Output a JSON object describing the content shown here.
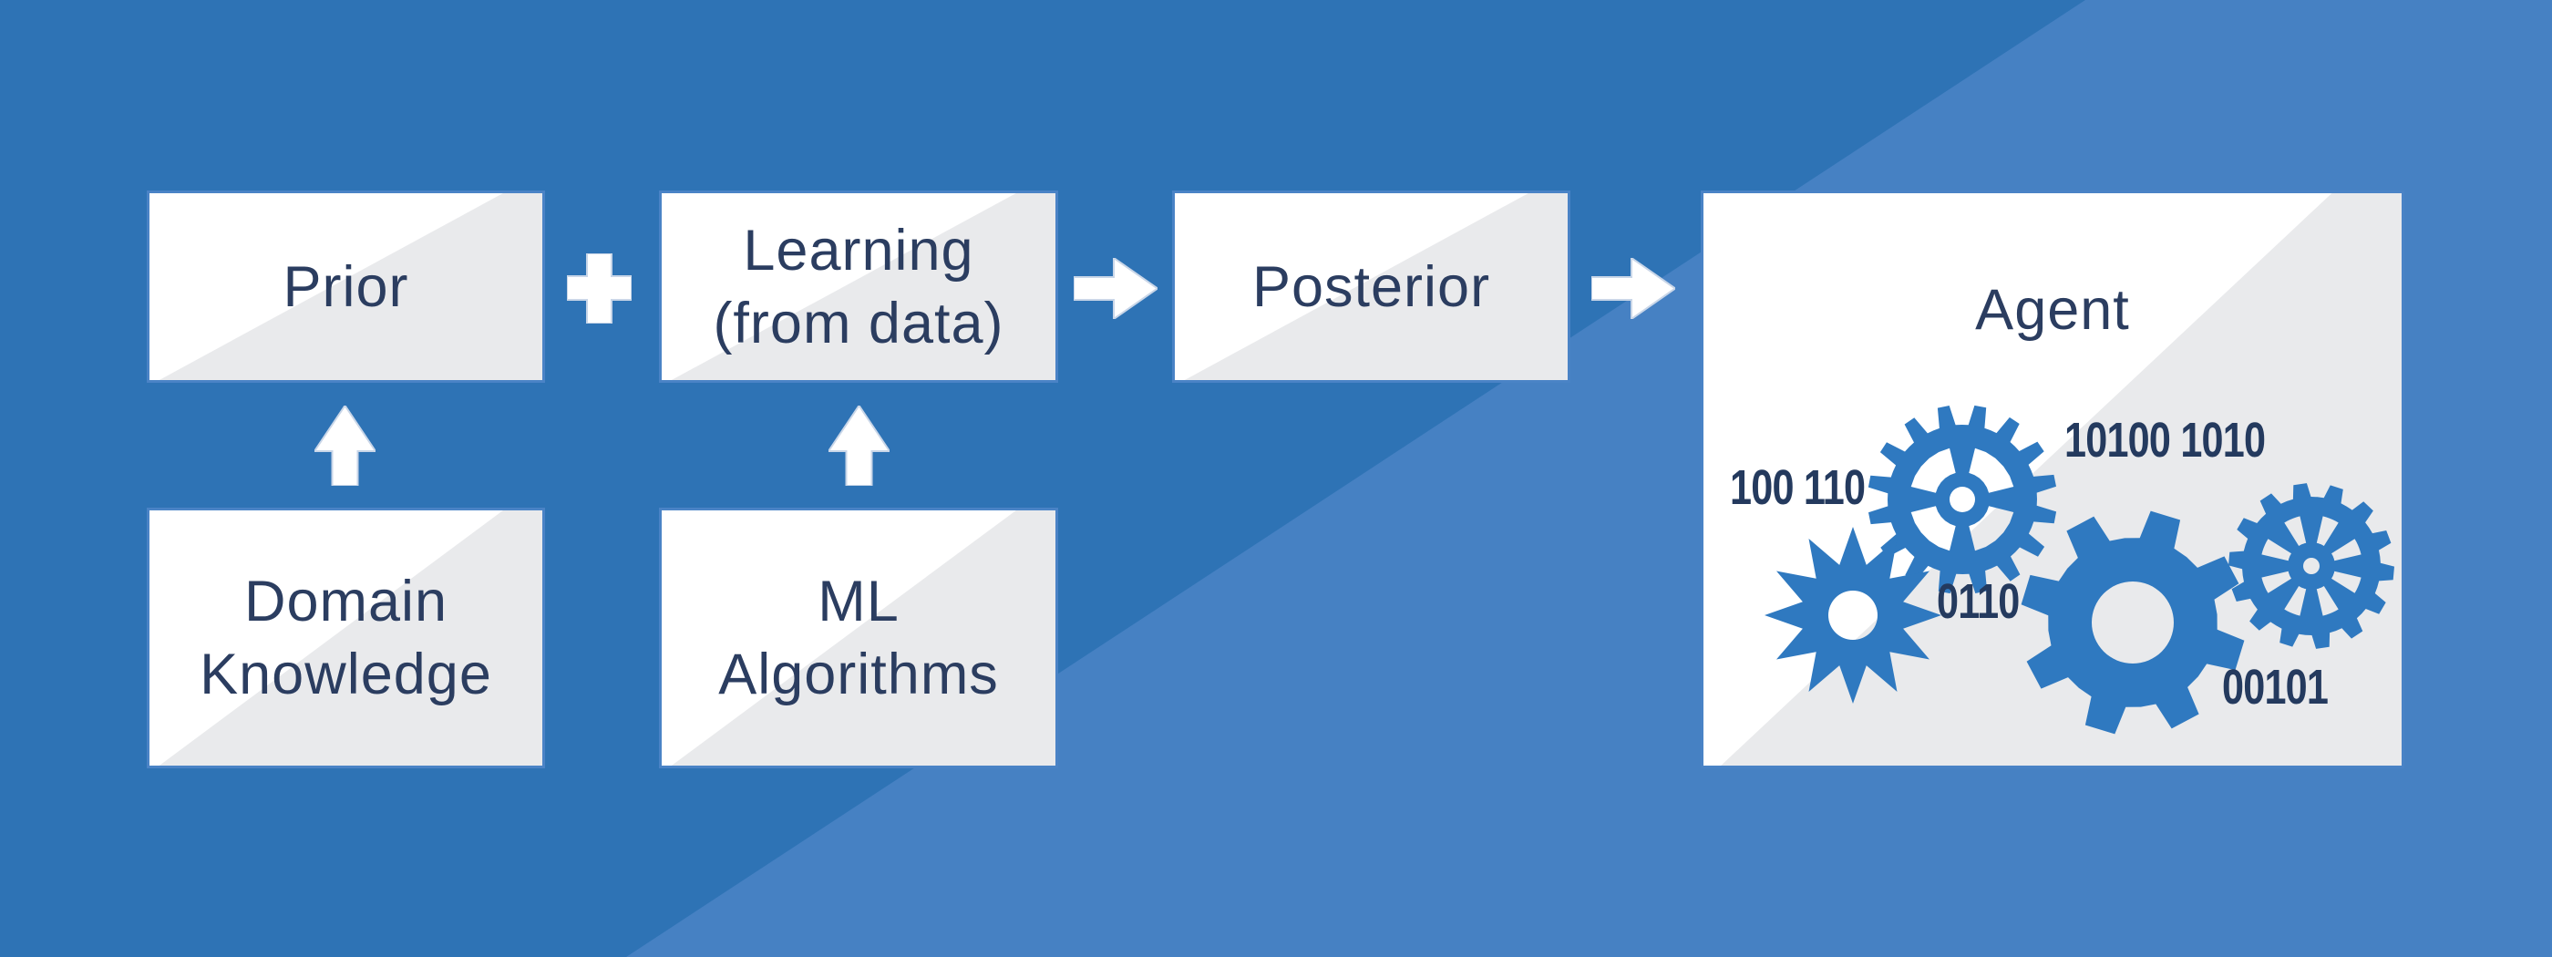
{
  "palette": {
    "bg_dark": "#2E73B5",
    "bg_light": "#4681C3",
    "box_fill": "#FFFFFF",
    "box_shade": "#E9EAEC",
    "box_border": "#4A83C6",
    "text_navy": "#2B3D60",
    "binary_navy": "#243A5E",
    "gear_blue": "#2F79C0",
    "connector_white": "#FFFFFF",
    "connector_edge": "#C9D6E8"
  },
  "slide": {
    "boxes": {
      "prior": {
        "label": "Prior"
      },
      "learning": {
        "line1": "Learning",
        "line2": "(from data)"
      },
      "posterior": {
        "label": "Posterior"
      },
      "domain_knowledge": {
        "line1": "Domain",
        "line2": "Knowledge"
      },
      "ml_algorithms": {
        "line1": "ML",
        "line2": "Algorithms"
      },
      "agent": {
        "title": "Agent",
        "binary": {
          "left": "100 110",
          "top_right": "10100 1010",
          "middle": "0110",
          "bottom_right": "00101"
        }
      }
    },
    "icons": {
      "plus": "plus-icon",
      "arrow_right": "arrow-right-icon",
      "arrow_up": "arrow-up-icon",
      "gears": [
        "gear-crosshair-icon",
        "gear-star-icon",
        "gear-large-icon",
        "gear-wheel-icon"
      ]
    }
  }
}
